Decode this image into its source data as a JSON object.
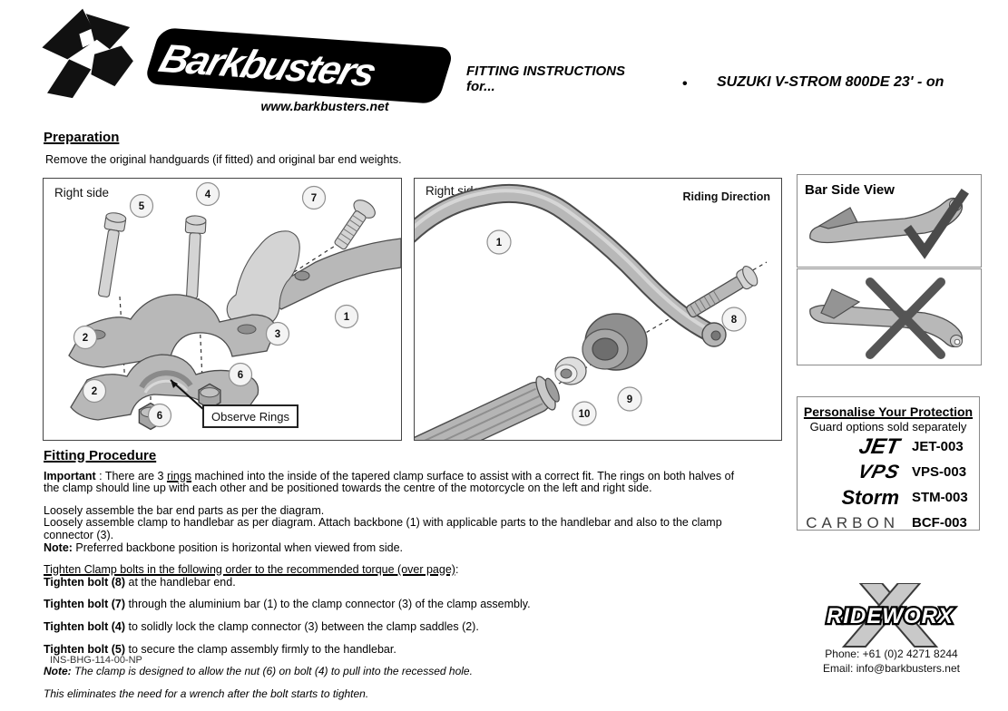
{
  "header": {
    "brand": "Barkbusters",
    "website": "www.barkbusters.net",
    "title_line1": "FITTING INSTRUCTIONS",
    "title_line2": "for...",
    "bullet": "•",
    "model": "SUZUKI V-STROM 800DE 23' - on"
  },
  "preparation": {
    "heading": "Preparation",
    "body": "Remove the original handguards (if fitted) and original bar end weights."
  },
  "diagram_left": {
    "label": "Right side",
    "note": "Observe Rings",
    "callouts": [
      "5",
      "4",
      "7",
      "1",
      "2",
      "3",
      "2",
      "6",
      "6"
    ]
  },
  "diagram_right": {
    "label": "Right side",
    "direction": "Riding Direction",
    "callouts": [
      "1",
      "8",
      "9",
      "10"
    ]
  },
  "bar_side_view": {
    "heading": "Bar Side View",
    "correct_icon": "checkmark",
    "incorrect_icon": "x-mark"
  },
  "personalise": {
    "heading": "Personalise Your Protection",
    "subheading": "Guard options sold separately",
    "options": [
      {
        "logo": "JET",
        "code": "JET-003"
      },
      {
        "logo": "VPS",
        "code": "VPS-003"
      },
      {
        "logo": "Storm",
        "code": "STM-003"
      },
      {
        "logo": "CARBON",
        "code": "BCF-003"
      }
    ]
  },
  "fitting": {
    "heading": "Fitting Procedure",
    "important_bold": "Important",
    "important_pre": " : There are 3 ",
    "important_underlined": "rings",
    "important_rest": " machined into the inside of the tapered clamp surface to assist with a correct fit.  The rings on both halves of the clamp should line up with each other and be positioned towards the centre of the motorcycle on the left and right side.",
    "line1": "Loosely assemble the bar end parts as per the diagram.",
    "line2": "Loosely assemble clamp to handlebar as per diagram. Attach backbone (1) with applicable parts to the handlebar and also to the clamp connector (3).",
    "note_bold": "Note:",
    "note_text": "  Preferred backbone position is horizontal when viewed from side.",
    "tighten_heading": "Tighten Clamp bolts in the following order to the recommended torque (over page)",
    "tighten_colon": ":",
    "bolts": [
      {
        "bold": "Tighten bolt (8)",
        "text": " at the handlebar end."
      },
      {
        "bold": "Tighten bolt (7)",
        "text": " through the aluminium bar (1) to the clamp connector (3) of the clamp assembly."
      },
      {
        "bold": "Tighten bolt (4)",
        "text": " to solidly lock the clamp connector (3) between the clamp saddles (2)."
      },
      {
        "bold": "Tighten bolt (5)",
        "text": " to secure the clamp assembly firmly to the handlebar."
      }
    ],
    "italic_note_bold": "Note:",
    "italic_note_text": "   The clamp is designed to allow the nut  (6) on bolt (4) to pull into the recessed hole.",
    "italic_note_line2": "This eliminates  the need for a wrench after the bolt starts to tighten."
  },
  "footer": {
    "doc_code": "INS-BHG-114-00-NP",
    "rideworx": "RIDEWORX",
    "phone": "Phone: +61 (0)2 4271 8244",
    "email": "Email:   info@barkbusters.net"
  },
  "colors": {
    "part_gray": "#b8b8b8",
    "part_dark_gray": "#949494",
    "outline": "#4c4c4c",
    "text": "#000000"
  }
}
